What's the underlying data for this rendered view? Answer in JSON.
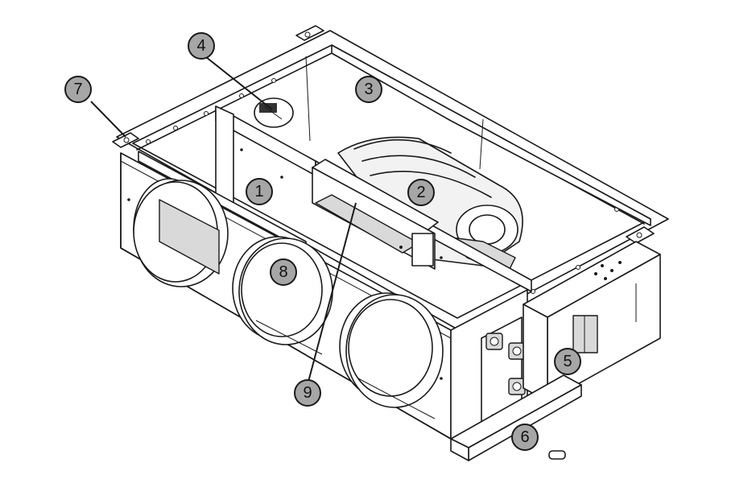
{
  "callouts": [
    {
      "label": "1"
    },
    {
      "label": "2"
    },
    {
      "label": "3"
    },
    {
      "label": "4"
    },
    {
      "label": "5"
    },
    {
      "label": "6"
    },
    {
      "label": "7"
    },
    {
      "label": "8"
    },
    {
      "label": "9"
    }
  ],
  "colors": {
    "callout_fill": "#a6a6a6",
    "line": "#1a1a1a",
    "background": "#ffffff"
  }
}
